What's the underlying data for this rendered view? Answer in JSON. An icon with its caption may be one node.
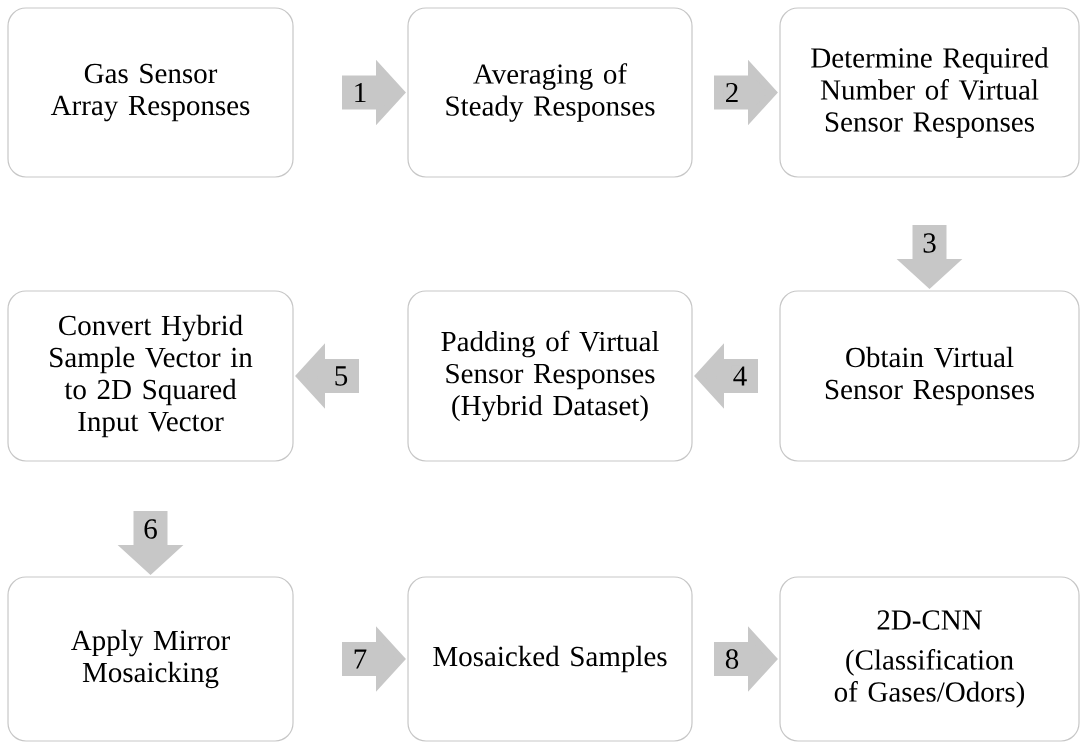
{
  "diagram": {
    "nodes": [
      {
        "text": [
          "Gas Sensor Array Responses"
        ]
      },
      {
        "text": [
          "Averaging of Steady Responses"
        ]
      },
      {
        "text": [
          "Determine Required Number of Virtual Sensor Responses"
        ]
      },
      {
        "text": [
          "Obtain Virtual Sensor Responses"
        ]
      },
      {
        "text": [
          "Padding of Virtual Sensor Responses (Hybrid Dataset)"
        ]
      },
      {
        "text": [
          "Convert Hybrid Sample Vector in to 2D Squared Input Vector"
        ]
      },
      {
        "text": [
          "Apply Mirror Mosaicking"
        ]
      },
      {
        "text": [
          "Mosaicked Samples"
        ]
      },
      {
        "text": [
          "2D-CNN",
          "(Classification of Gases/Odors)"
        ]
      }
    ],
    "edges": [
      {
        "from": 0,
        "to": 1,
        "arrow": "to",
        "label": "1"
      },
      {
        "from": 1,
        "to": 2,
        "arrow": "to",
        "label": "2"
      },
      {
        "from": 2,
        "to": 3,
        "arrow": "to",
        "label": "3"
      },
      {
        "from": 3,
        "to": 4,
        "arrow": "to",
        "label": "4"
      },
      {
        "from": 4,
        "to": 5,
        "arrow": "to",
        "label": "5"
      },
      {
        "from": 5,
        "to": 6,
        "arrow": "to",
        "label": "6"
      },
      {
        "from": 6,
        "to": 7,
        "arrow": "to",
        "label": "7"
      },
      {
        "from": 7,
        "to": 8,
        "arrow": "to",
        "label": "8"
      }
    ]
  }
}
